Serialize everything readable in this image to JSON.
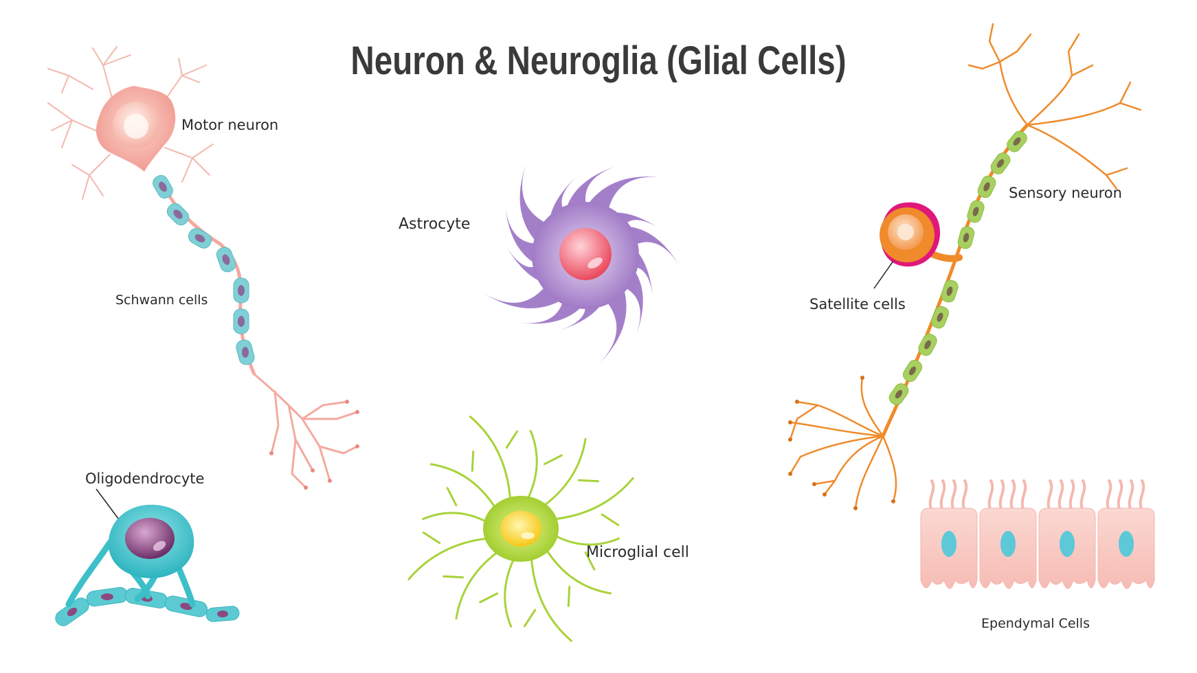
{
  "title": "Neuron & Neuroglia (Glial Cells)",
  "labels": {
    "motor_neuron": "Motor neuron",
    "schwann_cells": "Schwann cells",
    "astrocyte": "Astrocyte",
    "sensory_neuron": "Sensory neuron",
    "satellite_cells": "Satellite cells",
    "oligodendrocyte": "Oligodendrocyte",
    "microglial_cell": "Microglial cell",
    "ependymal_cells": "Ependymal Cells"
  },
  "colors": {
    "motor_neuron": "#f4a9a0",
    "schwann": "#7fd0d6",
    "astrocyte": "#a47fc9",
    "astrocyte_nucleus": "#f06878",
    "sensory_neuron": "#f08a2a",
    "satellite": "#e0187a",
    "sensory_myelin": "#a8d060",
    "oligodendrocyte": "#3cbfc8",
    "oligo_nucleus": "#8a4a80",
    "microglia": "#a8d23a",
    "microglia_nucleus": "#f8d020",
    "ependymal": "#f8c8c0",
    "ependymal_nucleus": "#5cc8d8"
  }
}
